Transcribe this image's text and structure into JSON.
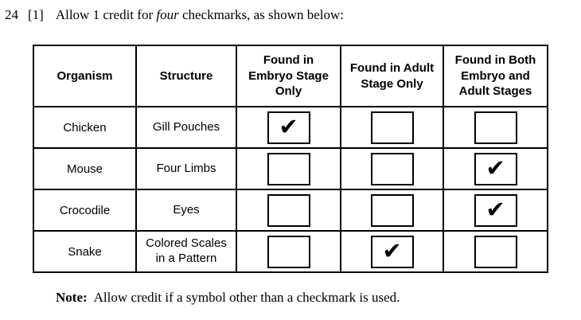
{
  "header": {
    "question_number": "24",
    "credit_bracket": "[1]",
    "instruction_prefix": "Allow 1 credit for ",
    "instruction_emphasis": "four",
    "instruction_suffix": " checkmarks, as shown below:"
  },
  "table": {
    "column_headers": [
      "Organism",
      "Structure",
      "Found in\nEmbryo Stage\nOnly",
      "Found in Adult\nStage Only",
      "Found in Both\nEmbryo and\nAdult Stages"
    ],
    "checkmark_glyph": "✔",
    "rows": [
      {
        "organism": "Chicken",
        "structure": "Gill Pouches",
        "checks": [
          "✔",
          "",
          ""
        ]
      },
      {
        "organism": "Mouse",
        "structure": "Four Limbs",
        "checks": [
          "",
          "",
          "✔"
        ]
      },
      {
        "organism": "Crocodile",
        "structure": "Eyes",
        "checks": [
          "",
          "",
          "✔"
        ]
      },
      {
        "organism": "Snake",
        "structure": "Colored Scales\nin a Pattern",
        "checks": [
          "",
          "✔",
          ""
        ]
      }
    ]
  },
  "footer": {
    "note_label": "Note:",
    "note_text": "Allow credit if a symbol other than a checkmark is used."
  },
  "style": {
    "ink_color": "#000000",
    "paper_color": "#ffffff"
  }
}
